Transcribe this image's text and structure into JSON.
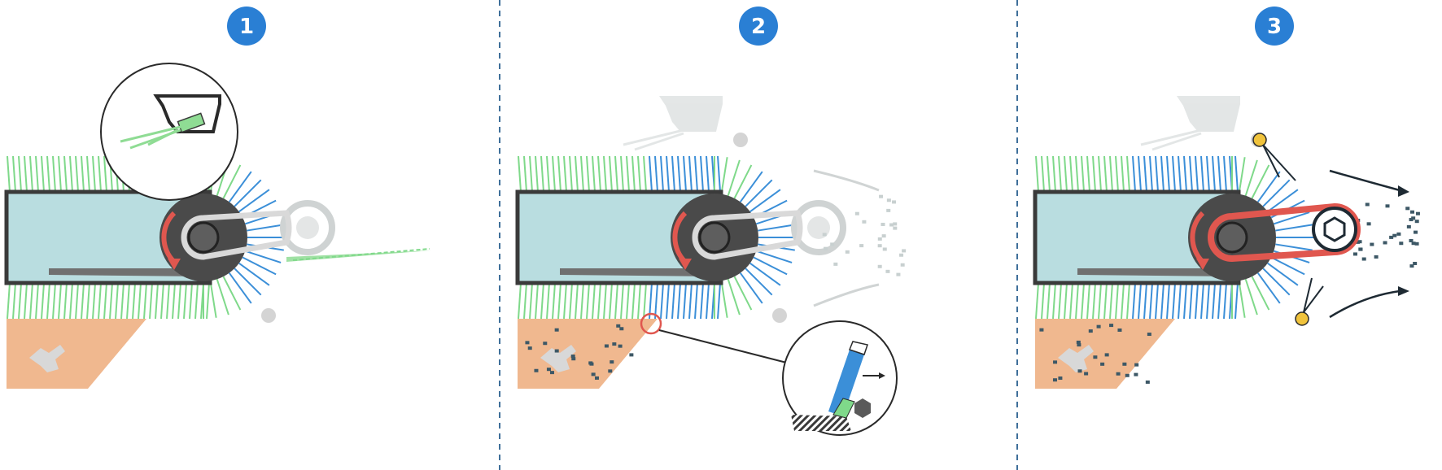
{
  "steps": [
    {
      "number": "1"
    },
    {
      "number": "2"
    },
    {
      "number": "3"
    }
  ],
  "colors": {
    "badge": "#2a7fd4",
    "divider": "#3f6f9a",
    "beam": "#b9dde0",
    "beam_outline": "#3a3a3a",
    "hub": "#4a4a4a",
    "bristle_green": "#7fd98a",
    "bristle_blue": "#3b8fd8",
    "floor": "#f0b88f",
    "highlight_red": "#e0574f",
    "marker_yellow": "#f0c33c",
    "ghost_gray": "#cfd3d3",
    "debris_dark": "#3d5866"
  },
  "icons": {
    "zoom_1": "nozzle-detail-icon",
    "zoom_2": "bristle-detail-icon",
    "rotation": "rotation-arrow-icon"
  }
}
